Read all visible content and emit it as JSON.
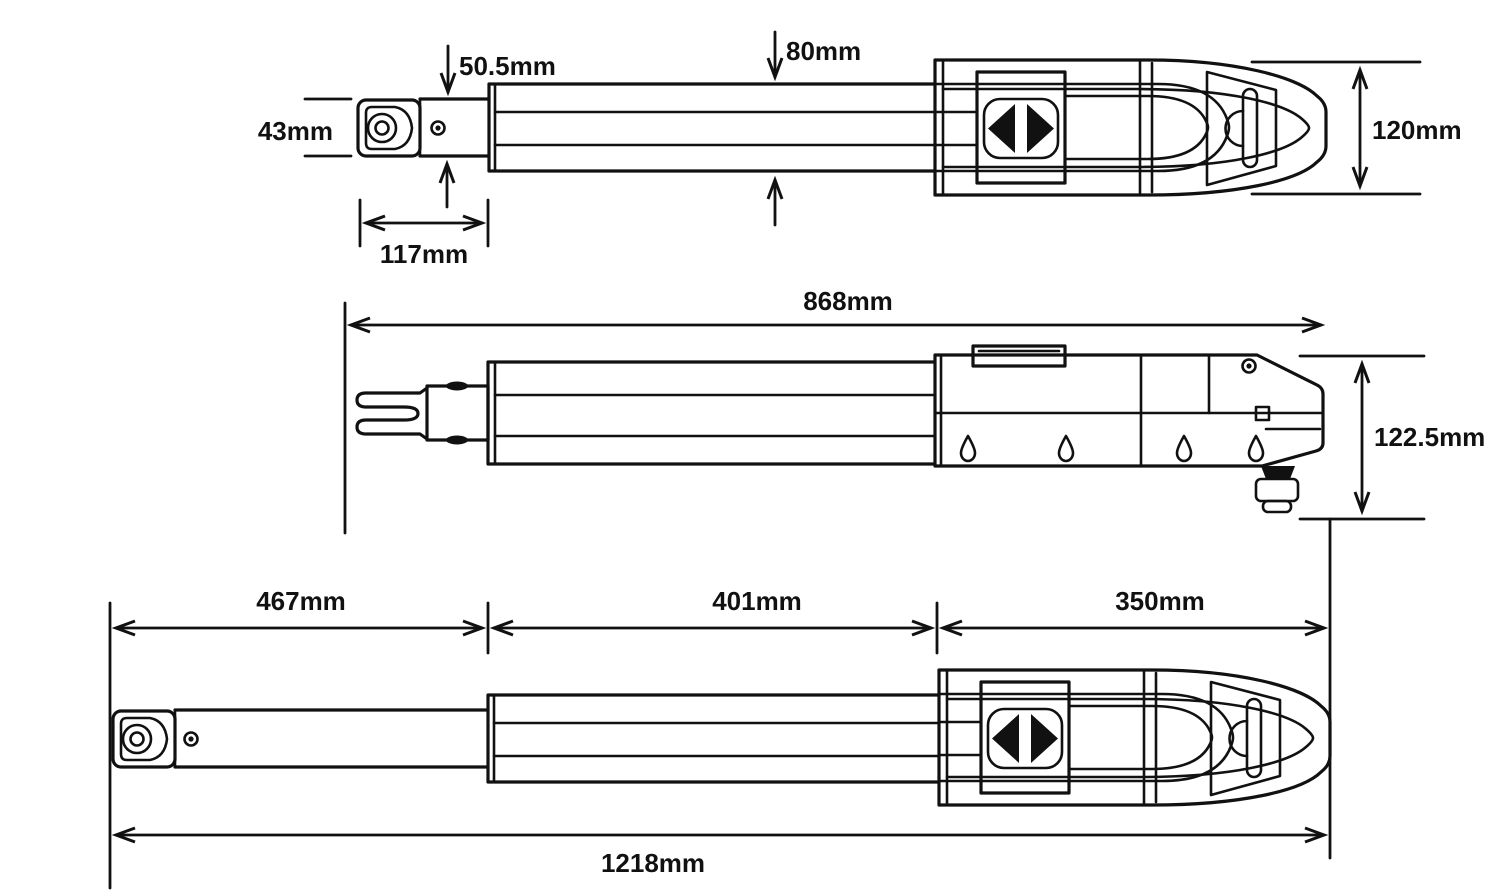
{
  "colors": {
    "line": "#111111",
    "background": "#ffffff"
  },
  "views": {
    "top_retracted": {
      "title": "top-view-retracted-actuator",
      "dims": {
        "rod_diameter": "50.5mm",
        "tube_diameter": "80mm",
        "end_fitting_width": "43mm",
        "front_section_length": "117mm",
        "housing_width": "120mm"
      }
    },
    "side": {
      "title": "side-view-actuator",
      "dims": {
        "overall_length": "868mm",
        "housing_height": "122.5mm"
      }
    },
    "top_extended": {
      "title": "top-view-extended-actuator",
      "dims": {
        "rod_extension_length": "467mm",
        "tube_length": "401mm",
        "housing_length": "350mm",
        "overall_length": "1218mm"
      }
    }
  }
}
